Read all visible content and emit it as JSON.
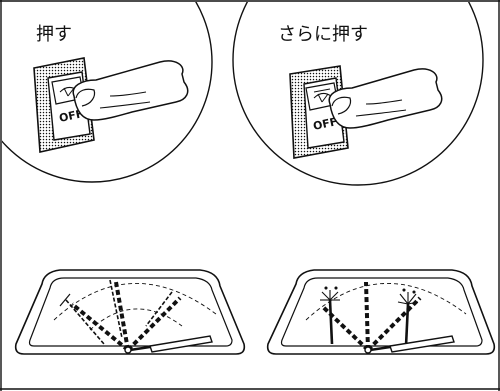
{
  "panels": [
    {
      "label": "押す",
      "switch_text": "OFF",
      "washer": false
    },
    {
      "label": "さらに押す",
      "switch_text": "OFF",
      "washer": true
    }
  ]
}
